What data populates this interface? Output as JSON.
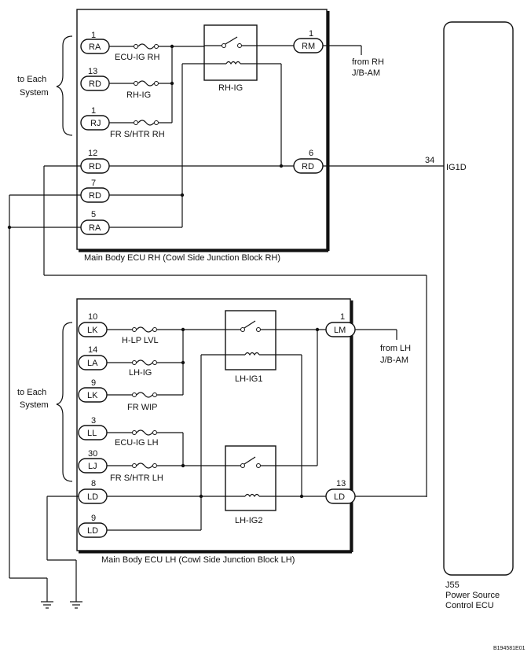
{
  "rh_block": {
    "label": "Main Body ECU RH (Cowl Side Junction Block RH)",
    "connectors": [
      {
        "pin": "1",
        "name": "RA"
      },
      {
        "pin": "13",
        "name": "RD"
      },
      {
        "pin": "1",
        "name": "RJ"
      },
      {
        "pin": "12",
        "name": "RD"
      },
      {
        "pin": "7",
        "name": "RD"
      },
      {
        "pin": "5",
        "name": "RA"
      }
    ],
    "fuses": [
      "ECU-IG RH",
      "RH-IG",
      "FR S/HTR RH"
    ],
    "relay": "RH-IG",
    "out_connectors": [
      {
        "pin": "1",
        "name": "RM"
      },
      {
        "pin": "6",
        "name": "RD"
      }
    ],
    "from_label_1": "from RH",
    "from_label_2": "J/B-AM"
  },
  "lh_block": {
    "label": "Main Body ECU LH (Cowl Side Junction Block LH)",
    "connectors": [
      {
        "pin": "10",
        "name": "LK"
      },
      {
        "pin": "14",
        "name": "LA"
      },
      {
        "pin": "9",
        "name": "LK"
      },
      {
        "pin": "3",
        "name": "LL"
      },
      {
        "pin": "30",
        "name": "LJ"
      },
      {
        "pin": "8",
        "name": "LD"
      },
      {
        "pin": "9",
        "name": "LD"
      }
    ],
    "fuses": [
      "H-LP LVL",
      "LH-IG",
      "FR WIP",
      "ECU-IG LH",
      "FR S/HTR LH"
    ],
    "relays": [
      "LH-IG1",
      "LH-IG2"
    ],
    "out_connectors": [
      {
        "pin": "1",
        "name": "LM"
      },
      {
        "pin": "13",
        "name": "LD"
      }
    ],
    "from_label_1": "from LH",
    "from_label_2": "J/B-AM"
  },
  "to_each_system_1": "to Each",
  "to_each_system_2": "System",
  "ecu": {
    "pin": "34",
    "terminal": "IG1D",
    "code": "J55",
    "name_1": "Power Source",
    "name_2": "Control ECU"
  },
  "figure_code": "B194581E01"
}
